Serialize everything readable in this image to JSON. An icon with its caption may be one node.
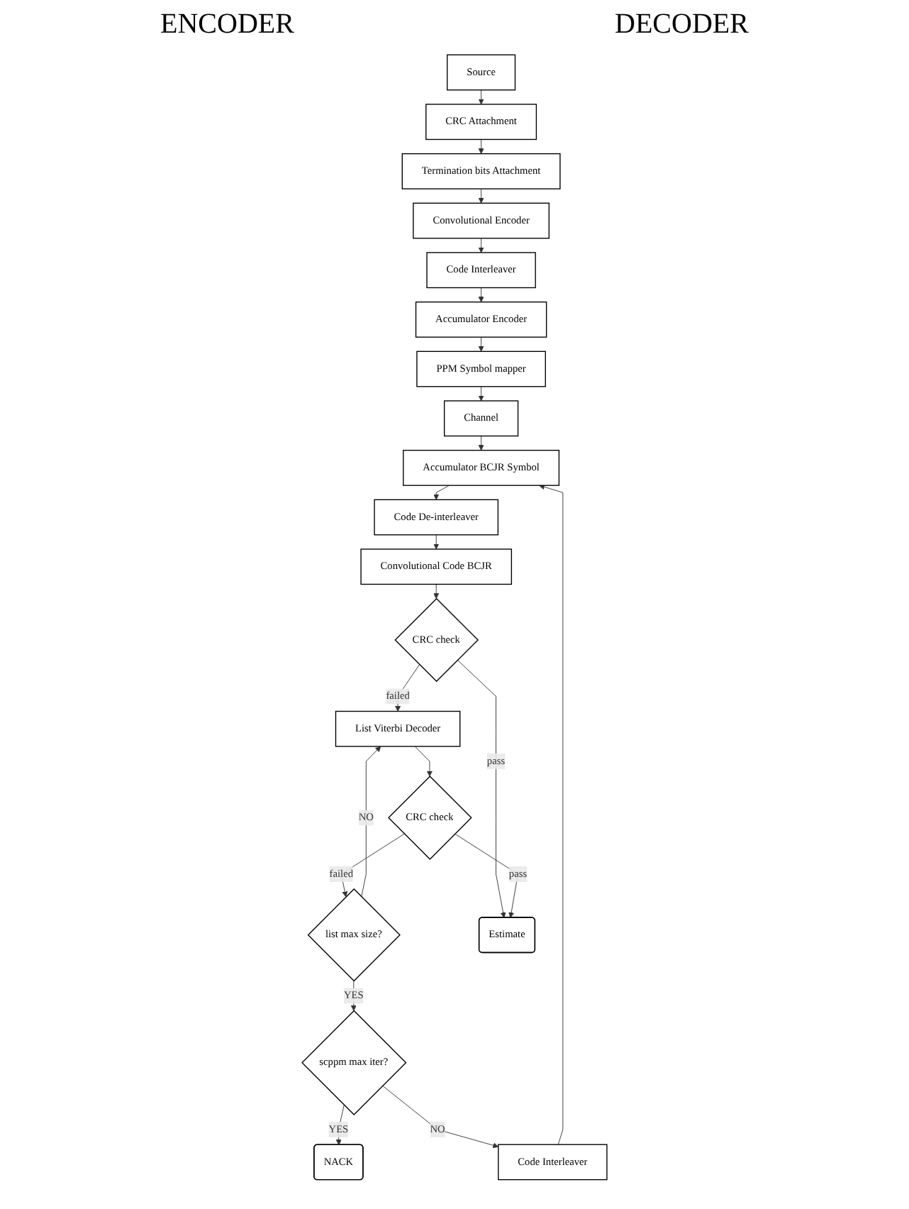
{
  "diagram": {
    "nodes": [
      {
        "text": [
          "Source"
        ]
      },
      {
        "text": [
          "CRC Attachment"
        ]
      },
      {
        "text": [
          "Termination bits Attachment"
        ]
      },
      {
        "text": [
          "Convolutional Encoder"
        ]
      },
      {
        "text": [
          "Code Interleaver"
        ]
      },
      {
        "text": [
          "Accumulator Encoder"
        ]
      },
      {
        "text": [
          "PPM Symbol mapper"
        ]
      },
      {
        "text": [
          "Channel"
        ]
      },
      {
        "text": [
          "Accumulator BCJR Symbol"
        ]
      },
      {
        "text": [
          "Code De-interleaver"
        ]
      },
      {
        "text": [
          "Convolutional Code BCJR"
        ]
      },
      {
        "text": [
          "CRC check"
        ]
      },
      {
        "text": [
          "List Viterbi Decoder"
        ]
      },
      {
        "text": [
          "CRC check"
        ]
      },
      {
        "text": [
          "list max size?"
        ]
      },
      {
        "text": [
          "scppm max iter?"
        ]
      },
      {
        "text": [
          "Code Interleaver"
        ]
      },
      {
        "text": [
          "Estimate"
        ]
      },
      {
        "text": [
          "NACK"
        ]
      }
    ],
    "edges": [
      {
        "from": 0,
        "to": 1,
        "arrow": "to"
      },
      {
        "from": 1,
        "to": 2,
        "arrow": "to"
      },
      {
        "from": 2,
        "to": 3,
        "arrow": "to"
      },
      {
        "from": 3,
        "to": 4,
        "arrow": "to"
      },
      {
        "from": 4,
        "to": 5,
        "arrow": "to"
      },
      {
        "from": 5,
        "to": 6,
        "arrow": "to"
      },
      {
        "from": 6,
        "to": 7,
        "arrow": "to"
      },
      {
        "from": 7,
        "to": 8,
        "arrow": "to"
      },
      {
        "from": 8,
        "to": 9,
        "arrow": "to"
      },
      {
        "from": 9,
        "to": 10,
        "arrow": "to"
      },
      {
        "from": 10,
        "to": 11,
        "arrow": "to"
      },
      {
        "from": 11,
        "to": 12,
        "arrow": "to",
        "label": "failed"
      },
      {
        "from": 11,
        "to": 17,
        "arrow": "to",
        "label": "pass"
      },
      {
        "from": 12,
        "to": 13,
        "arrow": "to"
      },
      {
        "from": 13,
        "to": 17,
        "arrow": "to",
        "label": "pass"
      },
      {
        "from": 13,
        "to": 14,
        "arrow": "to",
        "label": "failed"
      },
      {
        "from": 14,
        "to": 12,
        "arrow": "to",
        "label": "NO"
      },
      {
        "from": 14,
        "to": 15,
        "arrow": "to",
        "label": "YES"
      },
      {
        "from": 15,
        "to": 18,
        "arrow": "to",
        "label": "YES"
      },
      {
        "from": 15,
        "to": 16,
        "arrow": "to",
        "label": "NO"
      },
      {
        "from": 16,
        "to": 8,
        "arrow": "to"
      }
    ],
    "labels": [
      "ENCODER",
      "DECODER"
    ]
  }
}
